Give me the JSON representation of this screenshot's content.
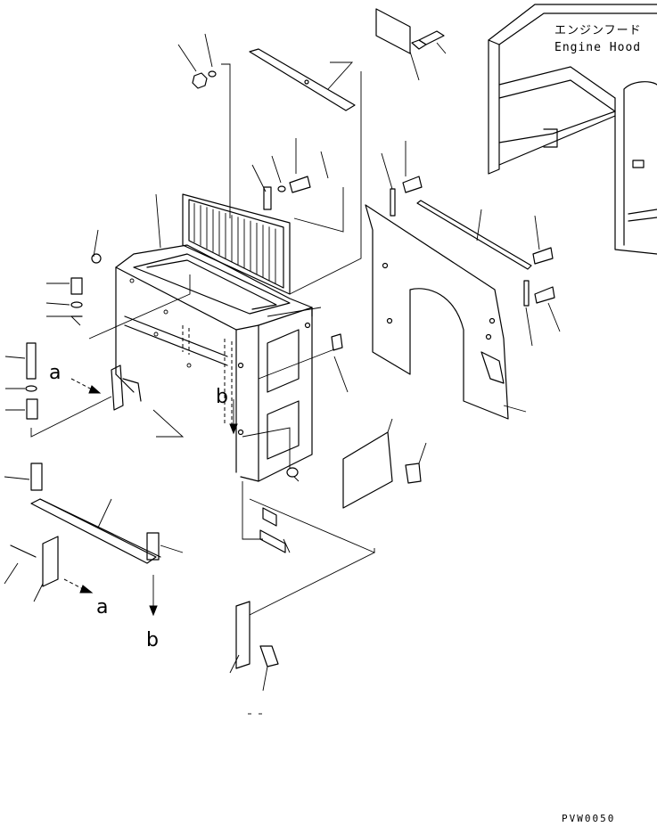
{
  "labels": {
    "hood_jp": "エンジンフード",
    "hood_en": "Engine Hood",
    "view_a": "a",
    "view_b": "b",
    "view_a_arrow": "a",
    "view_b_arrow": "b",
    "drawing_code": "PVW0050"
  }
}
